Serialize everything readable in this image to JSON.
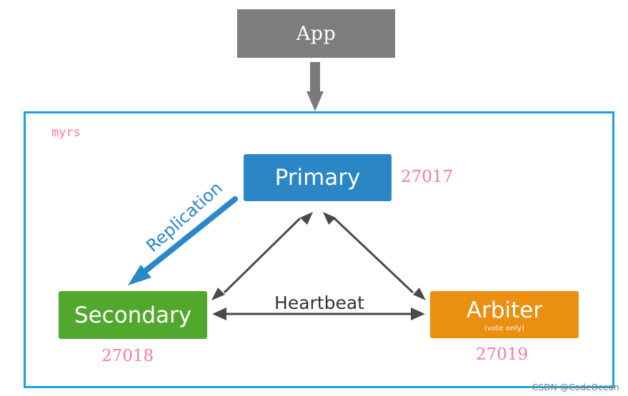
{
  "diagram": {
    "app": {
      "label": "App"
    },
    "replica_set": {
      "name": "myrs"
    },
    "nodes": {
      "primary": {
        "label": "Primary",
        "port": "27017"
      },
      "secondary": {
        "label": "Secondary",
        "port": "27018"
      },
      "arbiter": {
        "label": "Arbiter",
        "note": "(vote only)",
        "port": "27019"
      }
    },
    "edges": {
      "replication": {
        "label": "Replication"
      },
      "heartbeat": {
        "label": "Heartbeat"
      }
    },
    "watermark": {
      "credit": "CSDN @CodeOcean"
    }
  },
  "colors": {
    "app": "#7d7d7d",
    "frame": "#1da1e4",
    "primary": "#2b86c6",
    "secondary": "#52a82c",
    "arbiter": "#ea8f0f",
    "port_text": "#ff7b9a",
    "heartbeat_arrow": "#4a4a4a",
    "replication_arrow": "#2c87c7"
  }
}
